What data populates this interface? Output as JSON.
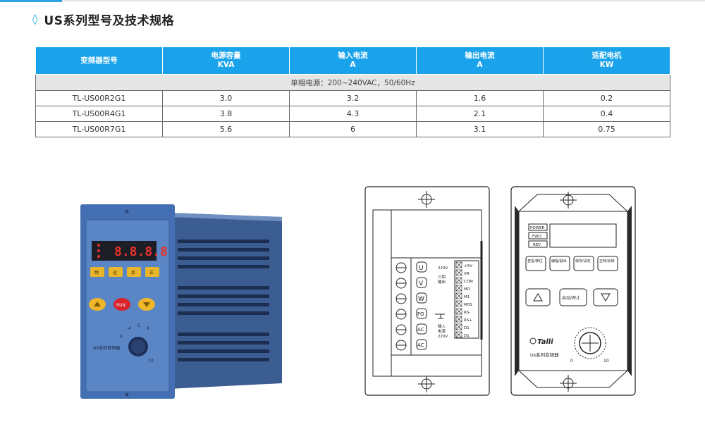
{
  "heading": {
    "diamond": "◊",
    "title": "US系列型号及技术规格"
  },
  "table": {
    "headers": [
      {
        "line1": "变频器型号",
        "line2": ""
      },
      {
        "line1": "电源容量",
        "line2": "KVA"
      },
      {
        "line1": "输入电流",
        "line2": "A"
      },
      {
        "line1": "输出电流",
        "line2": "A"
      },
      {
        "line1": "适配电机",
        "line2": "KW"
      }
    ],
    "band": "单相电源：200~240VAC，50/60Hz",
    "rows": [
      [
        "TL-US00R2G1",
        "3.0",
        "3.2",
        "1.6",
        "0.2"
      ],
      [
        "TL-US00R4G1",
        "3.8",
        "4.3",
        "2.1",
        "0.4"
      ],
      [
        "TL-US00R7G1",
        "5.6",
        "6",
        "3.1",
        "0.75"
      ]
    ]
  },
  "photo": {
    "device_label": "US系列变频器",
    "key_labels": [
      "频",
      "运",
      "反",
      "正"
    ],
    "run_key": "RUN",
    "dial_ticks": [
      "0",
      "4",
      "5",
      "6",
      "10"
    ]
  },
  "side_drawing": {
    "terminals_left": [
      "U",
      "V",
      "W",
      "FG",
      "AC",
      "AC"
    ],
    "terminal_notes": [
      "220V",
      "三相",
      "输出",
      "输入",
      "电源",
      "220V"
    ],
    "terminals_right": [
      "+5V",
      "VR",
      "COM",
      "MO",
      "M1",
      "M0S",
      "RS-",
      "RS+",
      "D1",
      "D1"
    ]
  },
  "front_drawing": {
    "indicators": [
      "POWER",
      "FWD",
      "REV"
    ],
    "keys_top": [
      "查看/移位",
      "编程/退出",
      "保存/设定",
      "正转/反转"
    ],
    "center_key": "启动/停止",
    "logo": "Talli",
    "device_name": "Us系列变频器",
    "dial_ticks": [
      "0",
      "10"
    ]
  }
}
